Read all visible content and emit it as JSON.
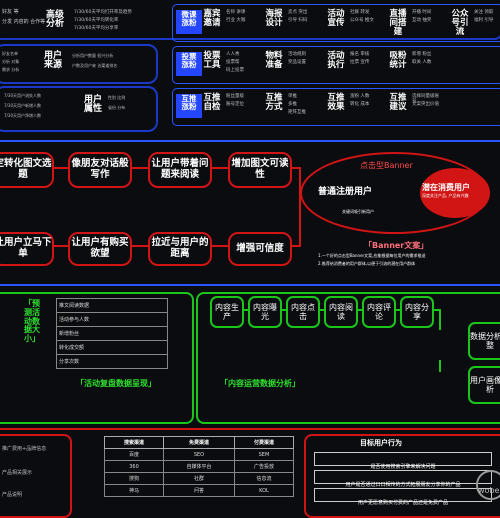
{
  "top_left": {
    "col1": [
      "好友 等",
      "分发 内容的 合作等"
    ],
    "col2_big": "高级分析",
    "col3": [
      "7/30/60天平均打开率及趋势",
      "7/30/60天平均转化率",
      "7/30/60天平均分享率"
    ]
  },
  "rows": [
    {
      "left_tiny": [
        "好友名单",
        "分析 对象",
        "需求 分析"
      ],
      "left_big": "用户来源",
      "left_mid": [
        "分析用户数量 低兴分析",
        "户数及用户来 访渠道排名"
      ],
      "tag": "微课涨粉",
      "cells": [
        {
          "title": "嘉宾邀请",
          "desc": [
            "名师 讲课",
            "行业 大咖"
          ]
        },
        {
          "title": "海报设计",
          "desc": [
            "卖点 突出",
            "引导 扫码"
          ]
        },
        {
          "title": "活动宣传",
          "desc": [
            "社群 转发",
            "公众号 推文"
          ]
        },
        {
          "title": "直播间搭建",
          "desc": [
            "开播 时间",
            "互动 抽奖"
          ]
        },
        {
          "title": "公众号引流",
          "desc": [
            "关注 领取",
            "福利 引导"
          ]
        }
      ]
    },
    {
      "left_tiny": [
        "7/30天用户流失人数",
        "7/30天用户新增人数",
        "7/30天用户净增人数"
      ],
      "left_big": "用户属性",
      "left_mid": [
        "性别 比例",
        "省份 分布"
      ],
      "tag": "投票涨粉",
      "cells": [
        {
          "title": "投票工具",
          "desc": [
            "人人秀",
            "投票帮",
            "码上投票"
          ]
        },
        {
          "title": "物料准备",
          "desc": [
            "活动规则",
            "奖品设置"
          ]
        },
        {
          "title": "活动执行",
          "desc": [
            "报名 审核",
            "拉票 宣传"
          ]
        },
        {
          "title": "吸粉统计",
          "desc": [
            "新增 粉丝",
            "取关 人数"
          ]
        }
      ]
    },
    {
      "tag": "互推涨粉",
      "cells": [
        {
          "title": "互推自检",
          "desc": [
            "粉丝量级",
            "账号定位"
          ]
        },
        {
          "title": "互推方式",
          "desc": [
            "单推",
            "多推",
            "矩阵互推"
          ]
        },
        {
          "title": "互推效果",
          "desc": [
            "涨粉 人数",
            "转化 成本"
          ]
        },
        {
          "title": "互推建议",
          "desc": [
            "选择同量级账号",
            "文案突出价值"
          ]
        }
      ]
    }
  ],
  "red_section": {
    "row1": [
      "定转化图文选题",
      "像朋友对话般写作",
      "让用户带着问题来阅读",
      "增加图文可读性"
    ],
    "row2": [
      "让用户立马下单",
      "让用户有购买欲望",
      "拉近与用户的距离",
      "增强可信度"
    ],
    "right_title": "点击型Banner",
    "right_outer": "普通注册用户",
    "right_inner": "潜在消费用户",
    "right_inner_sub": "深度关注产品, 产品有兴趣",
    "right_sub": "关键词吸引新用户",
    "banner_label": "「Banner文案」",
    "banner_desc": [
      "1.一个好的点击型Banner文案,应能根据每位用户的需求推送",
      "2.推荐给消费者的用户群体,以便于引流的潜在用户群体"
    ]
  },
  "green_section": {
    "left_label": "「预测活动数据大小」",
    "mid_label": "「活动复盘数据呈现」",
    "right_label": "「内容运营数据分析」",
    "flow": [
      "内容生产",
      "内容曝光",
      "内容点击",
      "内容阅读",
      "内容评论",
      "内容分享"
    ],
    "right_boxes": [
      "数据分析调整",
      "用户画像分析"
    ],
    "table_rows": [
      "推文阅读数据",
      "活动参与人数",
      "新增粉丝",
      "转化成交额",
      "分享次数"
    ]
  },
  "bottom": {
    "left_items": [
      "推广费用+品牌信息",
      "产品相关展示",
      "产品说明"
    ],
    "mid_headers": [
      "搜索渠道",
      "免费渠道",
      "付费渠道"
    ],
    "mid_rows": [
      [
        "百度",
        "SEO",
        "SEM"
      ],
      [
        "360",
        "自媒体平台",
        "广告投放"
      ],
      [
        "搜狗",
        "社群",
        "信息流"
      ],
      [
        "神马",
        "问答",
        "KOL"
      ]
    ],
    "right_title": "目标用户行为",
    "right_items": [
      "是否使用搜索引擎来解决问题",
      "用户是否通过口口相传的方式拓展朋友分享你的产品",
      "用户更愿意购买付费的产品还是免费产品"
    ]
  },
  "watermark": "wobe"
}
